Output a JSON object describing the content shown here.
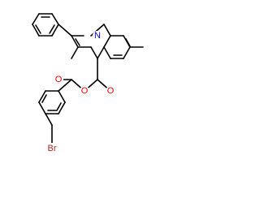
{
  "structure": {
    "atoms": {
      "n1": {
        "label": "N",
        "color": "#0000ff"
      },
      "o_carbonyl": {
        "label": "O",
        "color": "#ff0000"
      },
      "o_ester": {
        "label": "O",
        "color": "#ff0000"
      },
      "o_ketone": {
        "label": "O",
        "color": "#ff0000"
      },
      "br": {
        "label": "Br",
        "color": "#a52a2a"
      }
    }
  }
}
